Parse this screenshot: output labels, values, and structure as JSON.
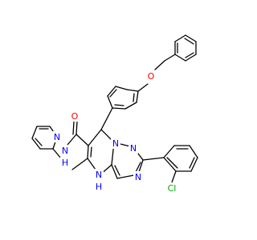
{
  "molecule": {
    "atom_labels": {
      "o_ether": "O",
      "o_carbonyl": "O",
      "n_amide": "N",
      "h_amide": "H",
      "n_pyridine": "N",
      "n_bridge": "N",
      "n_triazole_top": "N",
      "n_triazole_bottom": "N",
      "n_ring_nh": "N",
      "h_ring_nh": "H",
      "cl": "Cl"
    },
    "colors": {
      "bond": "#000000",
      "nitrogen": "#0000ff",
      "oxygen": "#ff0000",
      "chlorine": "#00aa00"
    }
  }
}
